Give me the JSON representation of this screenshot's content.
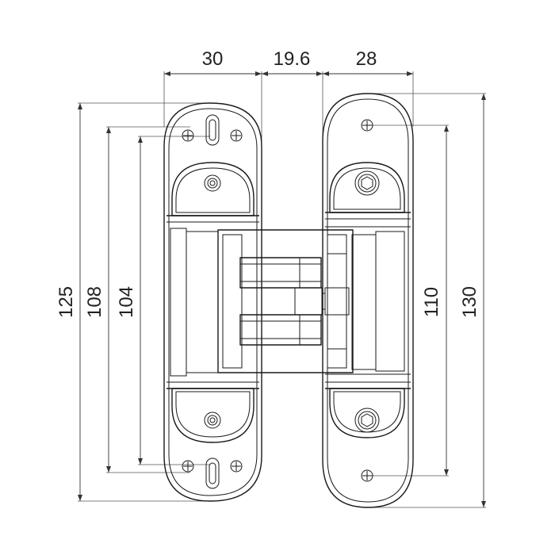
{
  "drawing": {
    "subject": "concealed hinge",
    "dimensions": {
      "top_left_width": "30",
      "top_gap": "19.6",
      "top_right_width": "28",
      "left_outer_height": "125",
      "left_mid_height": "108",
      "left_inner_height": "104",
      "right_inner_height": "110",
      "right_outer_height": "130"
    }
  },
  "colors": {
    "line": "#1a1a1a",
    "background": "#ffffff"
  }
}
